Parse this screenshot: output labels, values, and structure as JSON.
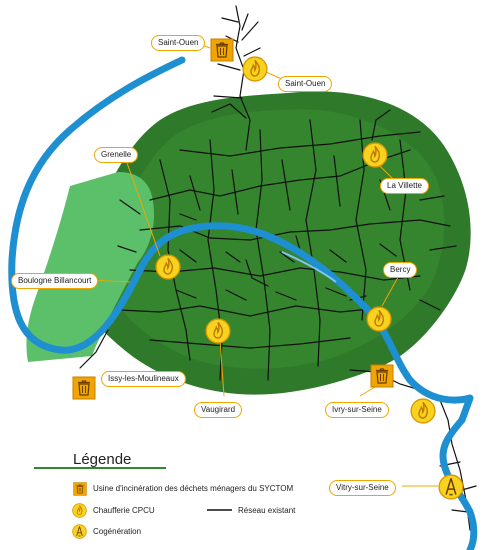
{
  "labels": {
    "saint_ouen_usine": "Saint-Ouen",
    "saint_ouen_chaufferie": "Saint-Ouen",
    "grenelle": "Grenelle",
    "la_villette": "La Villette",
    "boulogne": "Boulogne Billancourt",
    "bercy": "Bercy",
    "issy": "Issy-les-Moulineaux",
    "vaugirard": "Vaugirard",
    "ivry": "Ivry-sur-Seine",
    "vitry": "Vitry-sur-Seine"
  },
  "legend": {
    "title": "Légende",
    "usine": "Usine d'incinération des déchets ménagers du SYCTOM",
    "chaufferie": "Chaufferie CPCU",
    "reseau": "Réseau existant",
    "cogeneration": "Cogénération"
  },
  "colors": {
    "river": "#1e8fd0",
    "paris_green": "#2f7a2a",
    "park_green": "#5cc06a",
    "network": "#111111",
    "symbol_orange": "#f0a500",
    "symbol_yellow": "#f7d21e",
    "label_border": "#f0a500"
  },
  "icons": {
    "usine": "waste-bin-icon",
    "chaufferie": "flame-icon",
    "cogeneration": "cogeneration-icon"
  }
}
